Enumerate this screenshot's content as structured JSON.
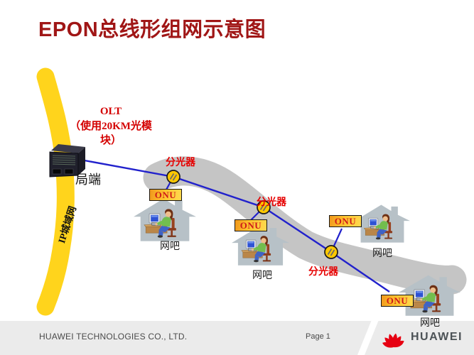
{
  "title": "EPON总线形组网示意图",
  "diagram": {
    "metro_label": "IP城域网",
    "olt_annotation": {
      "line1": "OLT",
      "line2": "（使用20KM光模",
      "line3": "块）"
    },
    "olt_label": "局端",
    "splitter_labels": [
      {
        "text": "分光器"
      },
      {
        "text": "分光器"
      },
      {
        "text": "分光器"
      }
    ],
    "onus": [
      {
        "label": "ONU"
      },
      {
        "label": "ONU"
      },
      {
        "label": "ONU"
      },
      {
        "label": "ONU"
      }
    ],
    "cafes": [
      {
        "label": "网吧"
      },
      {
        "label": "网吧"
      },
      {
        "label": "网吧"
      },
      {
        "label": "网吧"
      }
    ]
  },
  "footer": {
    "company": "HUAWEI TECHNOLOGIES CO., LTD.",
    "page": "Page 1",
    "logo_text": "HUAWEI"
  },
  "colors": {
    "title_red": "#A01616",
    "label_red": "#E60000",
    "metro_band_yellow": "#FFD41C",
    "road_gray": "#C5C5C5",
    "fiber_blue": "#2121CC",
    "onu_fill_orange": "#FFB42A",
    "house_gray": "#B7C1C7",
    "logo_red": "#E60012"
  }
}
